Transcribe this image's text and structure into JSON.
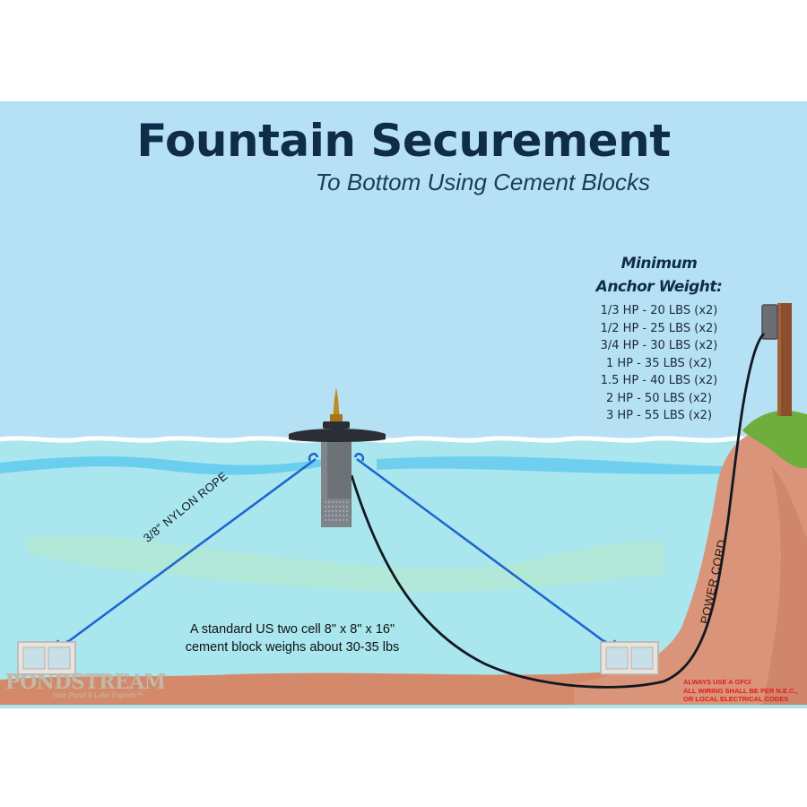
{
  "title": "Fountain Securement",
  "subtitle": "To Bottom Using Cement Blocks",
  "anchor_weight": {
    "title_line1": "Minimum",
    "title_line2": "Anchor Weight:",
    "items": [
      "1/3 HP - 20 LBS (x2)",
      "1/2 HP - 25 LBS (x2)",
      "3/4 HP - 30 LBS (x2)",
      "1 HP - 35 LBS (x2)",
      "1.5 HP - 40 LBS (x2)",
      "2 HP - 50 LBS (x2)",
      "3 HP - 55 LBS (x2)"
    ]
  },
  "rope_label": "3/8\" NYLON ROPE",
  "cord_label": "POWER CORD",
  "block_note": {
    "line1": "A standard US two cell 8\" x 8\" x 16\"",
    "line2": "cement block weighs about 30-35 lbs"
  },
  "warning": {
    "line1": "ALWAYS USE A GFCI",
    "line2": "ALL WIRING SHALL BE PER N.E.C.,",
    "line3": "OR LOCAL ELECTRICAL CODES"
  },
  "logo": {
    "name": "PONDSTREAM",
    "tagline": "Your Pond & Lake Experts™"
  },
  "colors": {
    "sky": "#b6e1f5",
    "water": "#a9e6ee",
    "ground": "#d48a6a",
    "bank": "#d99479",
    "grass": "#6fae3c",
    "post": "#8a4f2c",
    "rope": "#1d63d1",
    "cord": "#121821",
    "title": "#0f2d4a",
    "warning": "#e21b1b"
  }
}
